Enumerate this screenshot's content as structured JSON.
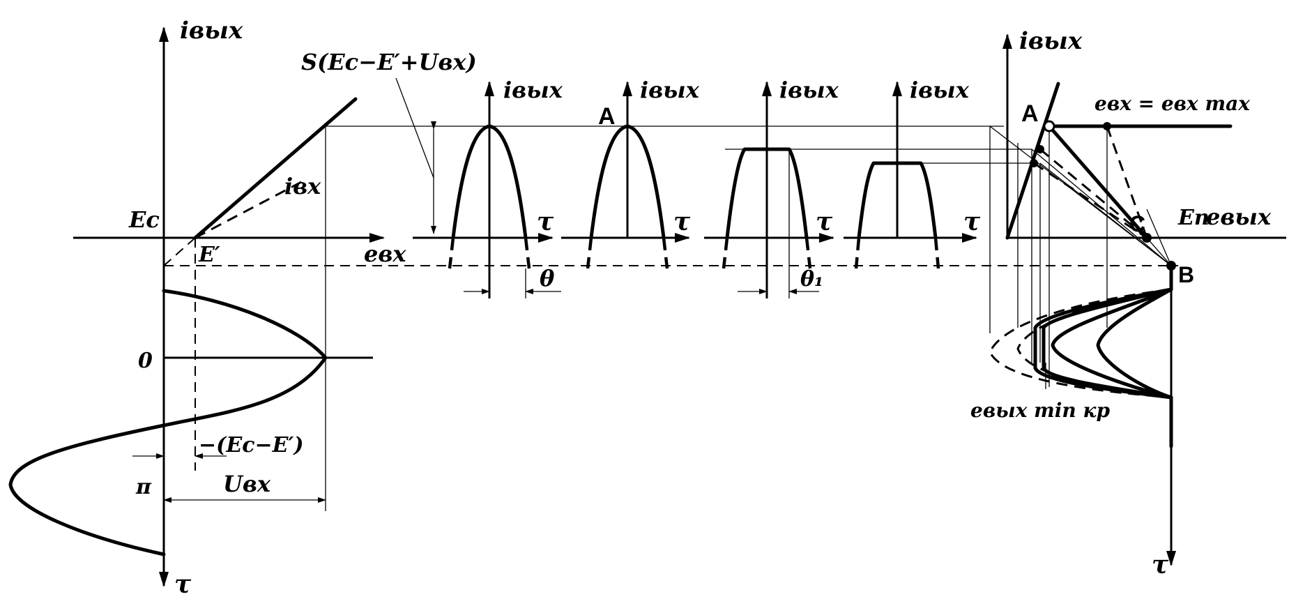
{
  "labels": {
    "i_out_main": "iвых",
    "i_out_p1": "iвых",
    "i_out_p2": "iвых",
    "i_out_p3": "iвых",
    "i_out_p4": "iвых",
    "i_out_right": "iвых",
    "slope_formula": "S(Eс−E′+Uвх)",
    "i_in": "iвх",
    "e_c": "Eс",
    "e_prime": "E′",
    "e_in": "eвх",
    "tau_p1": "τ",
    "tau_p2": "τ",
    "tau_p3": "τ",
    "tau_p4": "τ",
    "tau_left": "τ",
    "tau_right": "τ",
    "theta": "θ",
    "theta1": "θ₁",
    "zero": "0",
    "pi": "π",
    "bias_offset": "−(Eс−E′)",
    "u_in": "Uвх",
    "point_a_mid": "A",
    "point_a_right": "A",
    "point_b": "B",
    "point_c": "C",
    "e_in_max": "eвх = eвх max",
    "e_p": "Eп",
    "e_out": "eвых",
    "e_out_min": "eвых min кр"
  }
}
